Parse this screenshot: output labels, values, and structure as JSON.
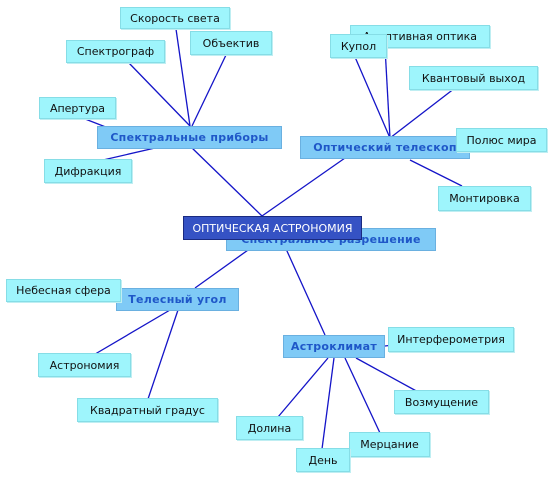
{
  "center": {
    "label": "ОПТИЧЕСКАЯ АСТРОНОМИЯ"
  },
  "branches": {
    "spectral_instruments": {
      "label": "Спектральные приборы"
    },
    "optical_telescope": {
      "label": "Оптический телескоп"
    },
    "spectral_resolution": {
      "label": "Спектральное разрешение"
    },
    "solid_angle": {
      "label": "Телесный угол"
    },
    "astroclimate": {
      "label": "Астроклимат"
    }
  },
  "leaves": {
    "speed_of_light": "Скорость света",
    "spectrograph": "Спектрограф",
    "objective": "Объектив",
    "aperture": "Апертура",
    "diffraction": "Дифракция",
    "dome": "Купол",
    "adaptive_optics": "Адаптивная оптика",
    "quantum_yield": "Квантовый выход",
    "celestial_pole": "Полюс мира",
    "mounting": "Монтировка",
    "celestial_sphere": "Небесная сфера",
    "astronomy": "Астрономия",
    "square_degree": "Квадратный градус",
    "interferometry": "Интерферометрия",
    "disturbance": "Возмущение",
    "valley": "Долина",
    "day": "День",
    "twinkling": "Мерцание"
  }
}
